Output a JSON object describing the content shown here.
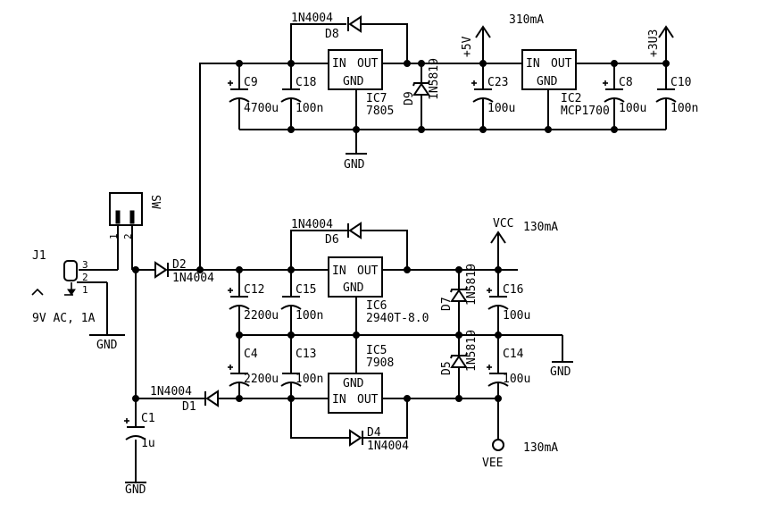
{
  "labels": {
    "d8": "D8",
    "d8_type": "1N4004",
    "ic7": "IC7",
    "ic7_type": "7805",
    "c9": "C9",
    "c9_val": "4700u",
    "c18": "C18",
    "c18_val": "100n",
    "d9": "D9",
    "d9_type": "1N5819",
    "plus5v": "+5V",
    "i310": "310mA",
    "c23": "C23",
    "c23_val": "100u",
    "ic2": "IC2",
    "ic2_type": "MCP1700",
    "c8": "C8",
    "c8_val": "100u",
    "c10": "C10",
    "c10_val": "100n",
    "plus3v3": "+3U3",
    "gnd": "GND",
    "sw": "SW",
    "j1": "J1",
    "vac": "9V AC, 1A",
    "d2": "D2",
    "d2_type": "1N4004",
    "d6": "D6",
    "d6_type": "1N4004",
    "vcc": "VCC",
    "i130a": "130mA",
    "ic6": "IC6",
    "ic6_type": "2940T-8.0",
    "c12": "C12",
    "c12_val": "2200u",
    "c15": "C15",
    "c15_val": "100n",
    "d7": "D7",
    "d7_type": "1N5819",
    "c16": "C16",
    "c16_val": "100u",
    "c4": "C4",
    "c4_val": "2200u",
    "c13": "C13",
    "c13_val": "100n",
    "ic5": "IC5",
    "ic5_type": "7908",
    "d5": "D5",
    "d5_type": "1N5819",
    "c14": "C14",
    "c14_val": "100u",
    "d1": "D1",
    "d1_type": "1N4004",
    "d4": "D4",
    "d4_type": "1N4004",
    "c1": "C1",
    "c1_val": "1u",
    "vee": "VEE",
    "i130b": "130mA",
    "pin_in": "IN",
    "pin_out": "OUT",
    "pin_gnd": "GND",
    "sw_pin1": "1",
    "sw_pin2": "2",
    "j1_pin1": "1",
    "j1_pin2": "2",
    "j1_pin3": "3"
  }
}
